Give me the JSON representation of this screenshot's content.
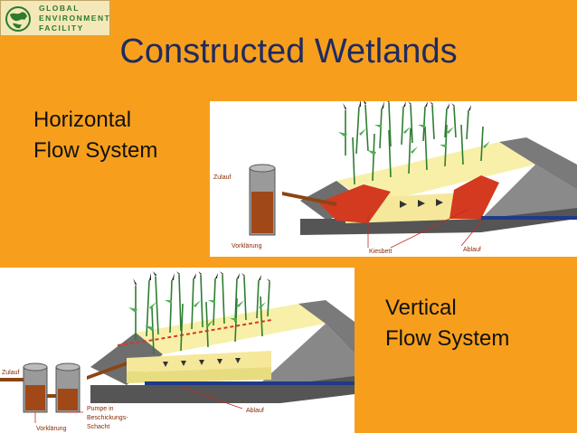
{
  "logo": {
    "line1": "GLOBAL",
    "line2": "ENVIRONMENT",
    "line3": "FACILITY"
  },
  "title": "Constructed Wetlands",
  "horizontal": {
    "line1": "Horizontal",
    "line2": "Flow System",
    "labels": {
      "inflow": "Zulauf",
      "pretreatment": "Vorklärung",
      "gravel": "Kiesbett",
      "outflow": "Ablauf"
    }
  },
  "vertical": {
    "line1": "Vertical",
    "line2": "Flow System",
    "labels": {
      "inflow": "Zulauf",
      "pretreatment": "Vorklärung",
      "pump_line1": "Pumpe in",
      "pump_line2": "Beschickungs-",
      "pump_line3": "Schacht",
      "outflow": "Ablauf"
    }
  },
  "colors": {
    "background": "#f79f1c",
    "title": "#1f2b60",
    "bed": "#f8f0a8",
    "gravel": "#d33a1f",
    "embankment": "#777777"
  }
}
